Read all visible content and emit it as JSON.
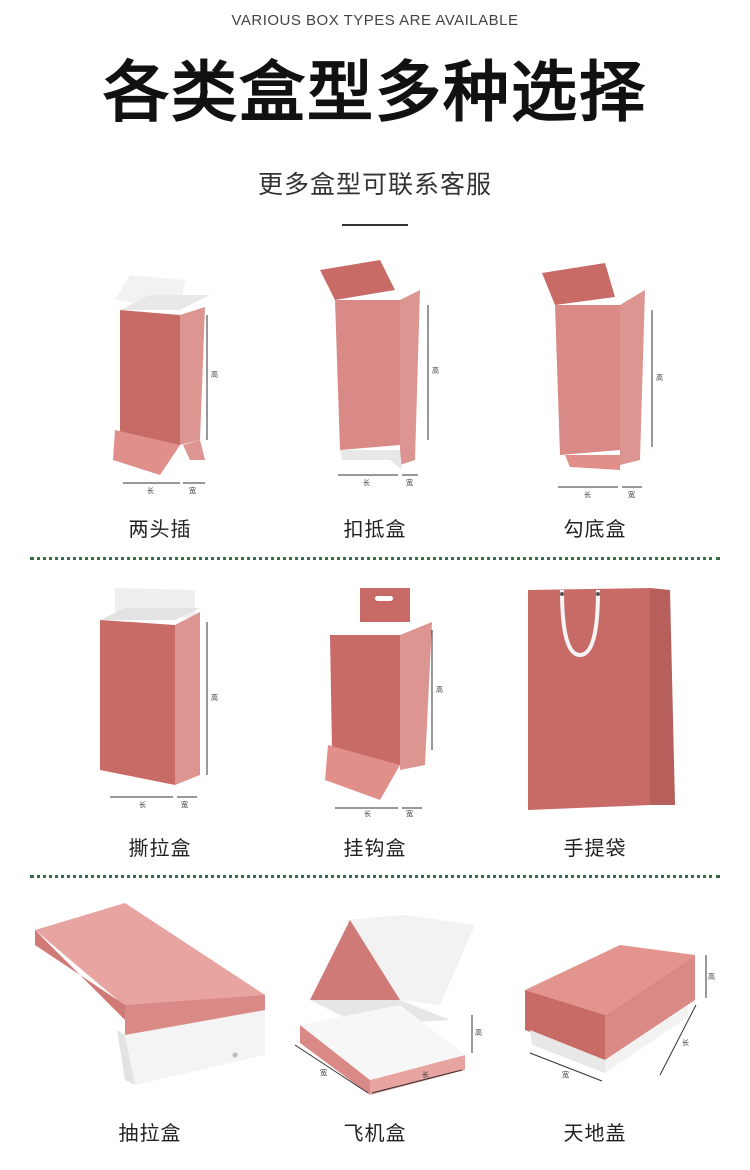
{
  "header": {
    "en_title": "VARIOUS BOX TYPES ARE AVAILABLE",
    "title": "各类盒型多种选择",
    "subtitle": "更多盒型可联系客服"
  },
  "dimension_labels": {
    "height": "高",
    "length": "长",
    "width": "宽"
  },
  "boxes": [
    {
      "label": "两头插"
    },
    {
      "label": "扣抵盒"
    },
    {
      "label": "勾底盒"
    },
    {
      "label": "撕拉盒"
    },
    {
      "label": "挂钩盒"
    },
    {
      "label": "手提袋"
    },
    {
      "label": "抽拉盒"
    },
    {
      "label": "飞机盒"
    },
    {
      "label": "天地盖"
    }
  ],
  "colors": {
    "box_front": "#cc6e6a",
    "box_side": "#dc9590",
    "box_inner": "#f2f2f2",
    "divider": "#3a6b45"
  }
}
